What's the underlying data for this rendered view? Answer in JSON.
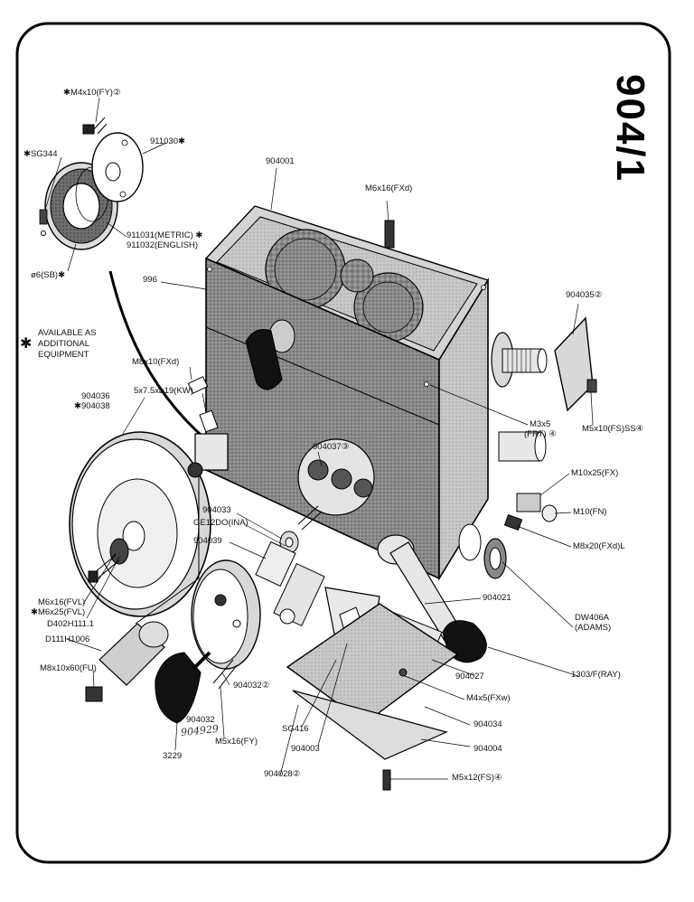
{
  "diagram": {
    "reference_number": "904/1",
    "note_text": "AVAILABLE AS ADDITIONAL EQUIPMENT",
    "note_lines": [
      "AVAILABLE AS",
      "ADDITIONAL",
      "EQUIPMENT"
    ],
    "note_asterisk": "✱",
    "handwritten_annotation": "904929",
    "labels": {
      "m4x10_fy": "✱M4x10(FY)②",
      "n911030": "911030✱",
      "sg344": "✱SG344",
      "n911031": "911031(METRIC) ✱",
      "n911032": "911032(ENGLISH)",
      "o6_sb": "ø6(SB)✱",
      "n904001": "904001",
      "m6x16_fxd": "M6x16(FXd)",
      "n996": "996",
      "n904035": "904035②",
      "m8x10_fxd": "M8x10(FXd)",
      "key_5x75": "5x7.5x⌀19(KW)",
      "n904036": "904036",
      "n904038": "✱904038",
      "n904037": "904037③",
      "m3x5": "M3x5",
      "frt": "(FRT) ④",
      "m5x10_fs_ss": "M5x10(FS)SS④",
      "m10x25_fx": "M10x25(FX)",
      "m10_fn": "M10(FN)",
      "n904033": "904033",
      "ge12do": "GE12DO(INA)",
      "n904039": "904039",
      "m8x20_fxd_l": "M8x20(FXd)L",
      "m6x16_fvl": "M6x16(FVL)",
      "m6x25_fvl": "✱M6x25(FVL)",
      "d402": "D402H111.1",
      "d111": "D111H1006",
      "m8x10x60": "M8x10x60(FU)",
      "n904021": "904021",
      "dw406a": "DW406A",
      "adams": "(ADAMS)",
      "n904027": "904027",
      "n1303": "1303/F(RAY)",
      "m4x5_fxw": "M4x5(FXw)",
      "n904032_a": "904032②",
      "n904032_b": "904032",
      "m5x16_fy": "M5x16(FY)",
      "n3229": "3229",
      "sg416": "SG416",
      "n904003": "904003",
      "n904034": "904034",
      "n904004": "904004",
      "n904028": "904028②",
      "m5x12_fs": "M5x12(FS)④"
    }
  }
}
